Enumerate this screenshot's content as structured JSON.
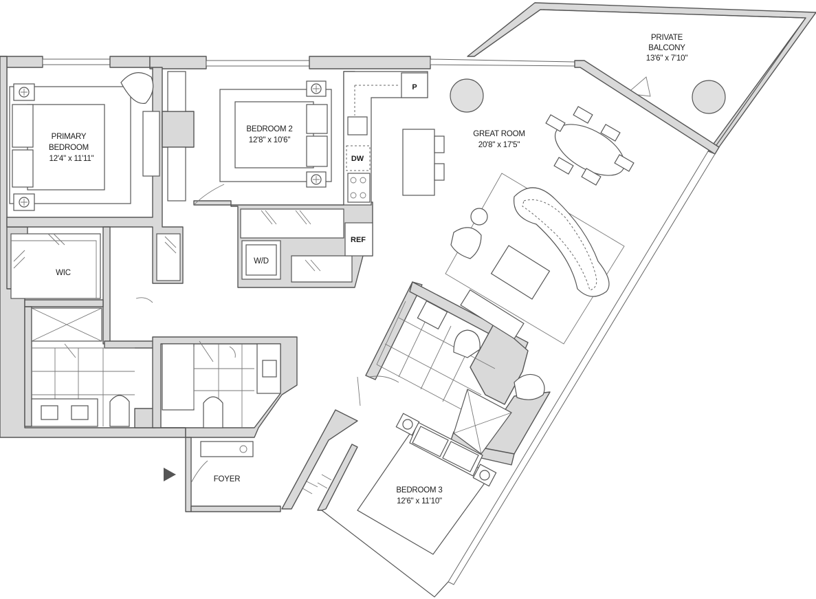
{
  "rooms": {
    "primary_bedroom": {
      "name_line1": "PRIMARY",
      "name_line2": "BEDROOM",
      "size": "12'4\" x 11'11\""
    },
    "bedroom2": {
      "name": "BEDROOM 2",
      "size": "12'8\" x 10'6\""
    },
    "great_room": {
      "name": "GREAT ROOM",
      "size": "20'8\" x 17'5\""
    },
    "balcony": {
      "name_line1": "PRIVATE",
      "name_line2": "BALCONY",
      "size": "13'6\" x 7'10\""
    },
    "bedroom3": {
      "name": "BEDROOM 3",
      "size": "12'6\" x 11'10\""
    },
    "wic": {
      "name": "WIC"
    },
    "foyer": {
      "name": "FOYER"
    }
  },
  "fixtures": {
    "pantry": "P",
    "dishwasher": "DW",
    "refrigerator": "REF",
    "washer_dryer": "W/D"
  },
  "colors": {
    "wall": "#d9d9d9",
    "line": "#555555",
    "background": "#ffffff"
  }
}
